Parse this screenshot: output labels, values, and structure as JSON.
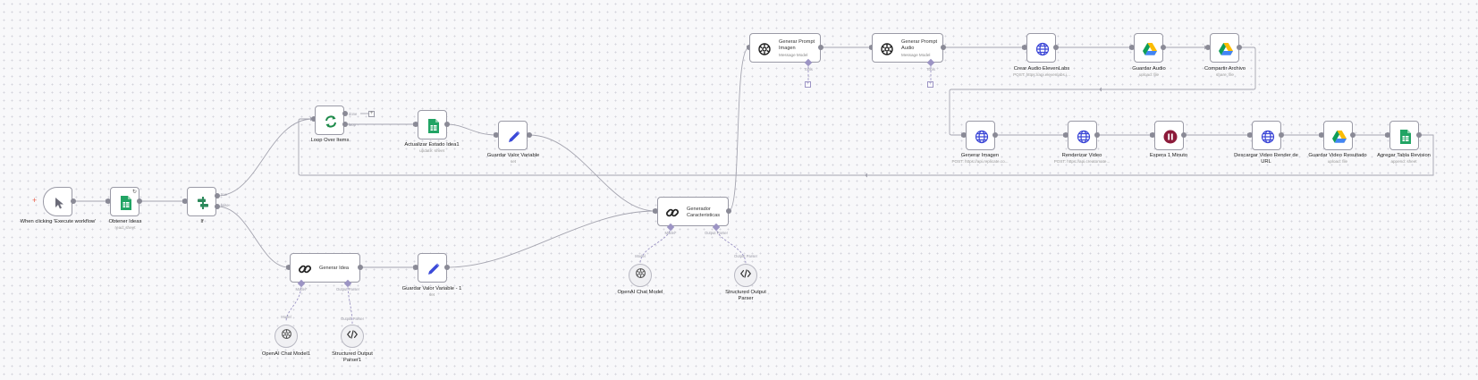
{
  "workflow": {
    "trigger": {
      "title": "When clicking 'Execute workflow'",
      "icon": "cursor-icon"
    },
    "obtener": {
      "title": "Obtener Ideas",
      "subtitle": "read: sheet",
      "icon": "google-sheets-icon"
    },
    "if": {
      "title": "If",
      "branch_true": "true",
      "branch_false": "false",
      "icon": "if-icon"
    },
    "loop": {
      "title": "Loop Over Items",
      "branch_done": "done",
      "branch_loop": "loop",
      "icon": "loop-icon"
    },
    "actualizar": {
      "title": "Actualizar Estado Idea1",
      "subtitle": "update: sheet",
      "icon": "google-sheets-icon"
    },
    "guardar_valor": {
      "title": "Guardar Valor Variable",
      "subtitle": "set",
      "icon": "pencil-icon"
    },
    "generar_idea": {
      "title": "Generar Idea",
      "port_model": "Model*",
      "port_parser": "Output Parser",
      "icon": "chain-icon"
    },
    "guardar_valor_1": {
      "title": "Guardar Valor Variable - 1",
      "subtitle": "set",
      "icon": "pencil-icon"
    },
    "openai_model_1": {
      "title": "OpenAI Chat Model1",
      "top_label": "Model",
      "icon": "openai-icon"
    },
    "parser_1": {
      "title": "Structured Output Parser1",
      "top_label": "Output Parser",
      "icon": "code-icon"
    },
    "generador": {
      "title": "Generador Caracteristicas",
      "port_model": "Model*",
      "port_parser": "Output Parser",
      "icon": "chain-icon"
    },
    "openai_model": {
      "title": "OpenAI Chat Model",
      "top_label": "Model",
      "icon": "openai-icon"
    },
    "parser": {
      "title": "Structured Output Parser",
      "top_label": "Output Parser",
      "icon": "code-icon"
    },
    "prompt_imagen": {
      "title": "Generar Prompt Imagen",
      "subtitle": "Message Model",
      "tools_label": "Tools",
      "icon": "openai-icon"
    },
    "prompt_audio": {
      "title": "Generar Prompt Audio",
      "subtitle": "Message Model",
      "tools_label": "Tools",
      "icon": "openai-icon"
    },
    "crear_audio": {
      "title": "Crear Audio ElevenLabs",
      "subtitle": "POST: https://api.elevenlabs.i...",
      "icon": "globe-icon"
    },
    "guardar_audio": {
      "title": "Guardar Audio",
      "subtitle": "upload: file",
      "icon": "google-drive-icon"
    },
    "compartir": {
      "title": "Compartir Archivo",
      "subtitle": "share: file",
      "icon": "google-drive-icon"
    },
    "generar_imagen": {
      "title": "Generar Imagen",
      "subtitle": "POST: https://api.replicate.co...",
      "icon": "globe-icon"
    },
    "renderizar": {
      "title": "Renderizar Video",
      "subtitle": "POST: https://api.creatomate...",
      "icon": "globe-icon"
    },
    "espera": {
      "title": "Espera 1 Minuto",
      "icon": "pause-icon"
    },
    "descargar": {
      "title": "Descargar Video Render de URL",
      "icon": "globe-icon"
    },
    "guardar_video": {
      "title": "Guardar Video Resultado",
      "subtitle": "upload: file",
      "icon": "google-drive-icon"
    },
    "agregar": {
      "title": "Agregar Tabla Revision",
      "subtitle": "append: sheet",
      "icon": "google-sheets-icon"
    }
  },
  "colors": {
    "canvas_bg": "#f8f8fa",
    "wire": "#a5a5b0",
    "ai_wire": "#9c94c4",
    "sheets_green": "#21a464",
    "pencil_blue": "#3b4ad8",
    "globe_blue": "#3a45d6",
    "pause_maroon": "#8c1a3a",
    "trigger_plus": "#e8604c"
  }
}
